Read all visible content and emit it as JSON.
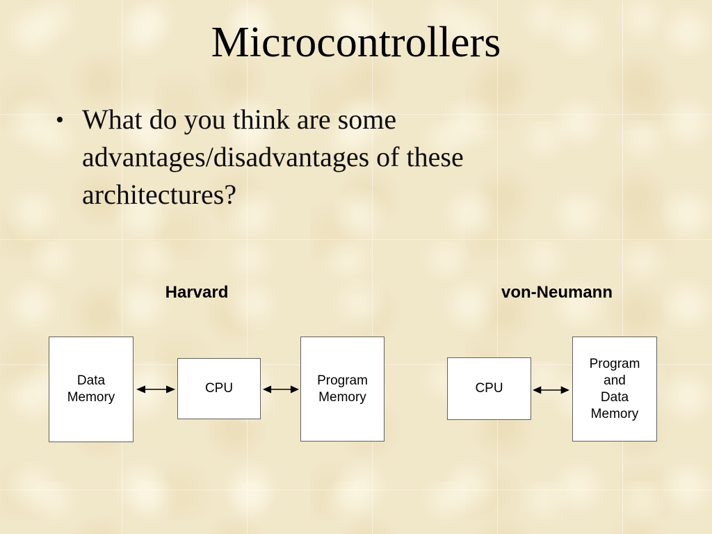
{
  "slide": {
    "title": "Microcontrollers",
    "bullet": {
      "marker": "•",
      "lines": [
        "What do you think are some",
        "advantages/disadvantages of these",
        "architectures?"
      ]
    }
  },
  "diagram": {
    "harvard": {
      "label": "Harvard",
      "boxes": [
        {
          "id": "data-memory",
          "lines": [
            "Data",
            "Memory"
          ]
        },
        {
          "id": "cpu",
          "lines": [
            "CPU"
          ]
        },
        {
          "id": "program-memory",
          "lines": [
            "Program",
            "Memory"
          ]
        }
      ]
    },
    "von_neumann": {
      "label": "von-Neumann",
      "boxes": [
        {
          "id": "cpu",
          "lines": [
            "CPU"
          ]
        },
        {
          "id": "program-and-data-memory",
          "lines": [
            "Program",
            "and",
            "Data",
            "Memory"
          ]
        }
      ]
    },
    "connections": [
      "data-memory <-> cpu",
      "cpu <-> program-memory",
      "cpu <-> program-and-data-memory"
    ],
    "colors": {
      "background": "#f1e7c9",
      "box_fill": "#ffffff",
      "box_border": "#5f5f5f",
      "text": "#000000",
      "arrow": "#000000"
    }
  }
}
